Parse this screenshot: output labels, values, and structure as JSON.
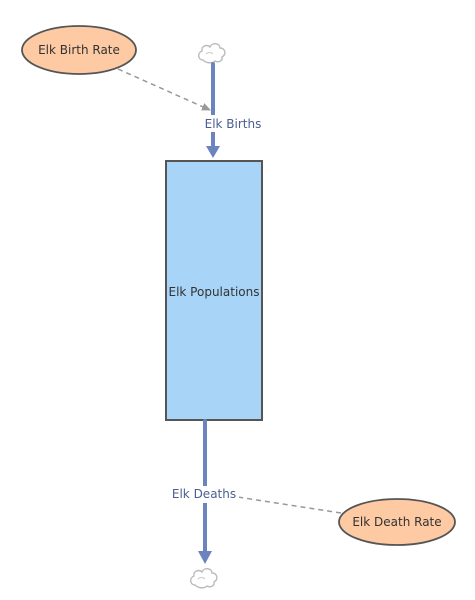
{
  "diagram": {
    "stock": {
      "label": "Elk Populations"
    },
    "flows": {
      "births": {
        "label": "Elk Births"
      },
      "deaths": {
        "label": "Elk Deaths"
      }
    },
    "variables": {
      "birth_rate": {
        "label": "Elk Birth Rate"
      },
      "death_rate": {
        "label": "Elk Death Rate"
      }
    },
    "colors": {
      "stock_fill": "#a8d4f7",
      "stock_stroke": "#555555",
      "flow": "#6b83bf",
      "variable_fill": "#fdcaa3",
      "variable_stroke": "#555555",
      "link": "#999999",
      "cloud_stroke": "#bbbbbb",
      "flow_text": "#4a5f8f"
    },
    "icons": {
      "source": "cloud-icon",
      "sink": "cloud-icon"
    }
  }
}
